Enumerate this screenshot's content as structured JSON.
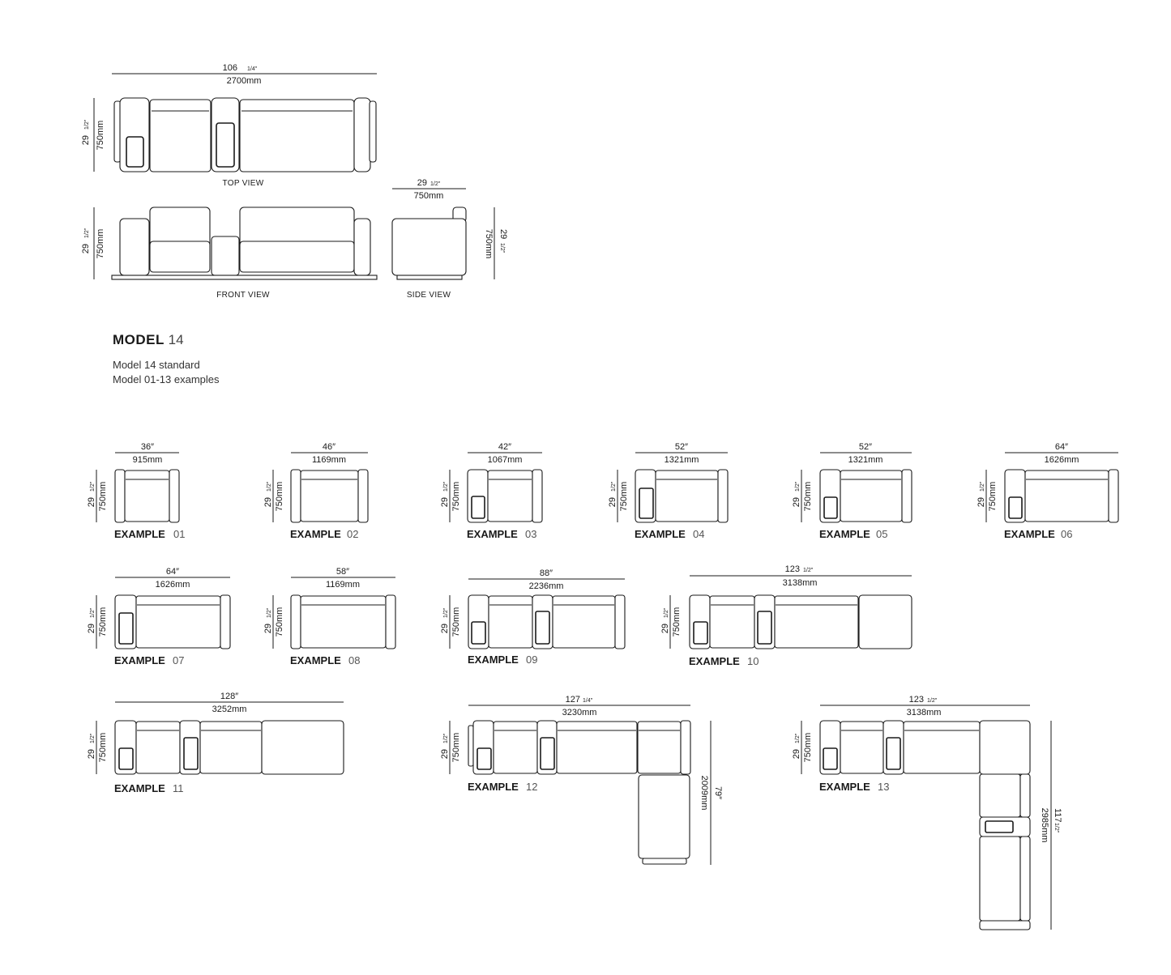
{
  "model": {
    "label": "MODEL",
    "number": "14",
    "line1": "Model 14  standard",
    "line2": "Model 01-13 examples"
  },
  "views": {
    "top": "TOP VIEW",
    "front": "FRONT VIEW",
    "side": "SIDE VIEW"
  },
  "main_dims": {
    "top_width_in": "106",
    "top_width_frac": "1/4″",
    "top_width_mm": "2700mm",
    "depth_in": "29",
    "depth_frac": "1/2″",
    "depth_mm": "750mm",
    "side_width_in": "29",
    "side_width_frac": "1/2″",
    "side_width_mm": "750mm"
  },
  "examples": [
    {
      "label": "EXAMPLE",
      "num": "01",
      "w_in": "36″",
      "w_mm": "915mm",
      "h_in": "29",
      "h_frac": "1/2″",
      "h_mm": "750mm"
    },
    {
      "label": "EXAMPLE",
      "num": "02",
      "w_in": "46″",
      "w_mm": "1169mm",
      "h_in": "29",
      "h_frac": "1/2″",
      "h_mm": "750mm"
    },
    {
      "label": "EXAMPLE",
      "num": "03",
      "w_in": "42″",
      "w_mm": "1067mm",
      "h_in": "29",
      "h_frac": "1/2″",
      "h_mm": "750mm"
    },
    {
      "label": "EXAMPLE",
      "num": "04",
      "w_in": "52″",
      "w_mm": "1321mm",
      "h_in": "29",
      "h_frac": "1/2″",
      "h_mm": "750mm"
    },
    {
      "label": "EXAMPLE",
      "num": "05",
      "w_in": "52″",
      "w_mm": "1321mm",
      "h_in": "29",
      "h_frac": "1/2″",
      "h_mm": "750mm"
    },
    {
      "label": "EXAMPLE",
      "num": "06",
      "w_in": "64″",
      "w_mm": "1626mm",
      "h_in": "29",
      "h_frac": "1/2″",
      "h_mm": "750mm"
    },
    {
      "label": "EXAMPLE",
      "num": "07",
      "w_in": "64″",
      "w_mm": "1626mm",
      "h_in": "29",
      "h_frac": "1/2″",
      "h_mm": "750mm"
    },
    {
      "label": "EXAMPLE",
      "num": "08",
      "w_in": "58″",
      "w_mm": "1169mm",
      "h_in": "29",
      "h_frac": "1/2″",
      "h_mm": "750mm"
    },
    {
      "label": "EXAMPLE",
      "num": "09",
      "w_in": "88″",
      "w_mm": "2236mm",
      "h_in": "29",
      "h_frac": "1/2″",
      "h_mm": "750mm"
    },
    {
      "label": "EXAMPLE",
      "num": "10",
      "w_in": "123",
      "w_frac": "1/2″",
      "w_mm": "3138mm",
      "h_in": "29",
      "h_frac": "1/2″",
      "h_mm": "750mm"
    },
    {
      "label": "EXAMPLE",
      "num": "11",
      "w_in": "128″",
      "w_mm": "3252mm",
      "h_in": "29",
      "h_frac": "1/2″",
      "h_mm": "750mm"
    },
    {
      "label": "EXAMPLE",
      "num": "12",
      "w_in": "127",
      "w_frac": "1/4″",
      "w_mm": "3230mm",
      "h_in": "29",
      "h_frac": "1/2″",
      "h_mm": "750mm",
      "d_in": "79″",
      "d_mm": "2009mm"
    },
    {
      "label": "EXAMPLE",
      "num": "13",
      "w_in": "123",
      "w_frac": "1/2″",
      "w_mm": "3138mm",
      "h_in": "29",
      "h_frac": "1/2″",
      "h_mm": "750mm",
      "d_in": "117",
      "d_frac": "1/2″",
      "d_mm": "2985mm"
    }
  ]
}
